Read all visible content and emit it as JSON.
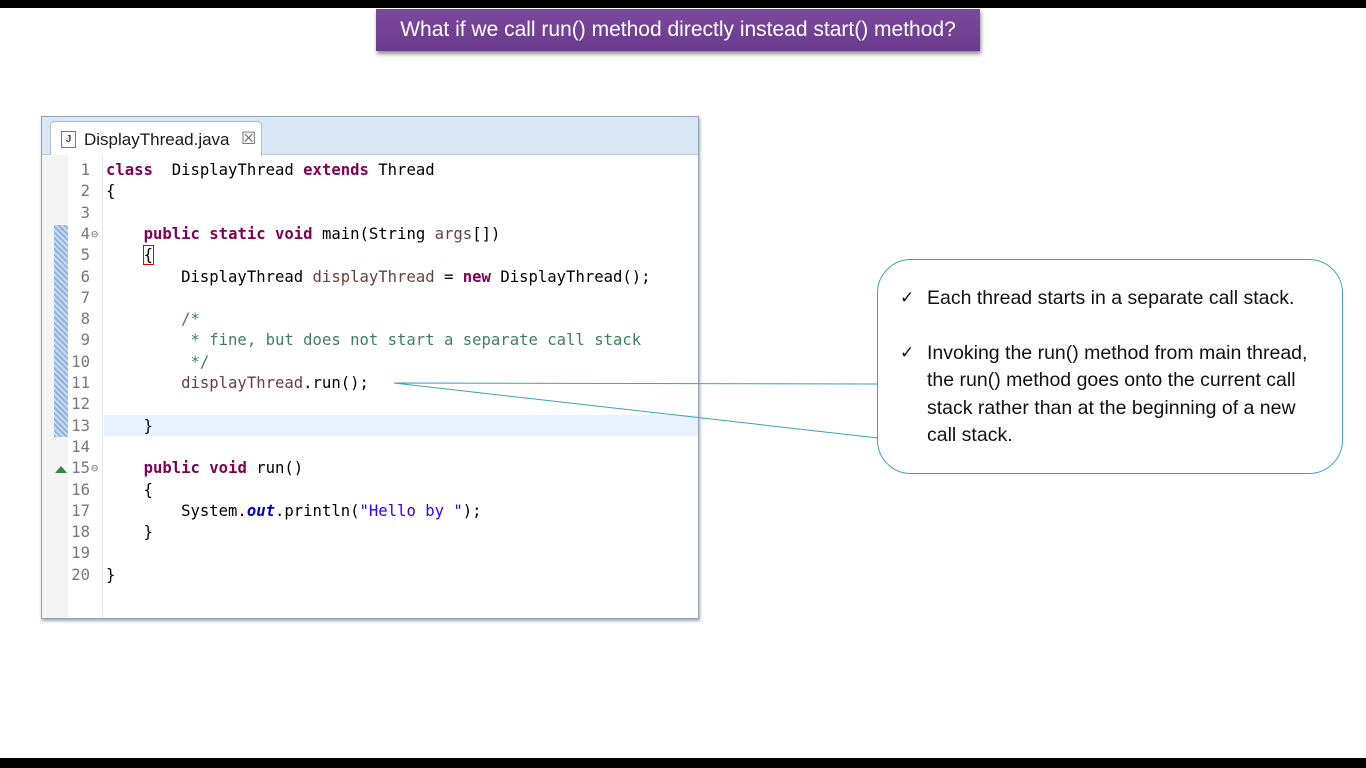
{
  "slide": {
    "title": "What if we call run() method directly instead start() method?"
  },
  "editor": {
    "tab": {
      "icon": "java-file-icon",
      "icon_glyph": "J",
      "label": "DisplayThread.java",
      "close_glyph": "☒"
    },
    "lines": [
      {
        "n": "1",
        "fold": "",
        "segs": [
          [
            "kw",
            "class"
          ],
          [
            "",
            "  DisplayThread "
          ],
          [
            "kw",
            "extends"
          ],
          [
            "",
            " Thread"
          ]
        ]
      },
      {
        "n": "2",
        "fold": "",
        "segs": [
          [
            "",
            "{"
          ]
        ]
      },
      {
        "n": "3",
        "fold": "",
        "segs": []
      },
      {
        "n": "4",
        "fold": "⊖",
        "segs": [
          [
            "",
            "    "
          ],
          [
            "kw",
            "public"
          ],
          [
            "",
            ""
          ],
          [
            "kw",
            " static"
          ],
          [
            "kw",
            " void"
          ],
          [
            "",
            " main(String "
          ],
          [
            "var",
            "args"
          ],
          [
            "",
            "[])"
          ]
        ]
      },
      {
        "n": "5",
        "fold": "",
        "segs": [
          [
            "",
            "    "
          ],
          [
            "brk",
            "{"
          ]
        ]
      },
      {
        "n": "6",
        "fold": "",
        "segs": [
          [
            "",
            "        DisplayThread "
          ],
          [
            "var",
            "displayThread"
          ],
          [
            "",
            " = "
          ],
          [
            "kw",
            "new"
          ],
          [
            "",
            " DisplayThread();"
          ]
        ]
      },
      {
        "n": "7",
        "fold": "",
        "segs": []
      },
      {
        "n": "8",
        "fold": "",
        "segs": [
          [
            "cm",
            "        /*"
          ]
        ]
      },
      {
        "n": "9",
        "fold": "",
        "segs": [
          [
            "cm",
            "         * fine, but does not start a separate call stack"
          ]
        ]
      },
      {
        "n": "10",
        "fold": "",
        "segs": [
          [
            "cm",
            "         */"
          ]
        ]
      },
      {
        "n": "11",
        "fold": "",
        "segs": [
          [
            "var",
            "        displayThread"
          ],
          [
            "",
            ".run();"
          ]
        ]
      },
      {
        "n": "12",
        "fold": "",
        "segs": []
      },
      {
        "n": "13",
        "fold": "",
        "segs": [
          [
            "",
            "    }"
          ]
        ]
      },
      {
        "n": "14",
        "fold": "",
        "segs": []
      },
      {
        "n": "15",
        "fold": "⊖",
        "segs": [
          [
            "",
            "    "
          ],
          [
            "kw",
            "public"
          ],
          [
            "kw",
            " void"
          ],
          [
            "",
            " run()"
          ]
        ]
      },
      {
        "n": "16",
        "fold": "",
        "segs": [
          [
            "",
            "    {"
          ]
        ]
      },
      {
        "n": "17",
        "fold": "",
        "segs": [
          [
            "",
            "        System."
          ],
          [
            "fld",
            "out"
          ],
          [
            "",
            ".println("
          ],
          [
            "str",
            "\"Hello by \""
          ],
          [
            "",
            ");"
          ]
        ]
      },
      {
        "n": "18",
        "fold": "",
        "segs": [
          [
            "",
            "    }"
          ]
        ]
      },
      {
        "n": "19",
        "fold": "",
        "segs": []
      },
      {
        "n": "20",
        "fold": "",
        "segs": [
          [
            "",
            "}"
          ]
        ]
      }
    ]
  },
  "callout": {
    "check_glyph": "✓",
    "bullets": [
      "Each thread starts in a separate call stack.",
      "Invoking the run() method from main thread, the run() method goes onto the current call stack rather than at the beginning of a new call stack."
    ]
  },
  "colors": {
    "title_bg": "#7030a0",
    "callout_border": "#3aa3b6",
    "keyword": "#7f0055",
    "comment": "#3f7f5f",
    "string": "#2a00ff"
  }
}
